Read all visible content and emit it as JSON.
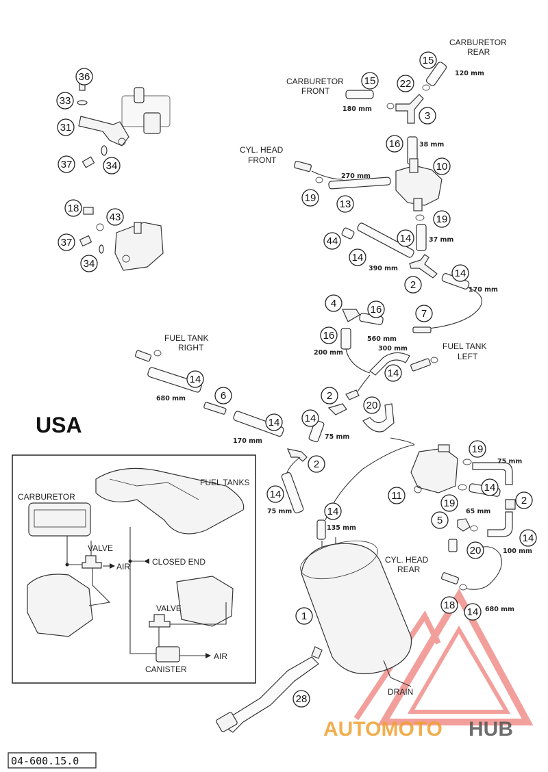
{
  "labels": {
    "carburetor_rear": [
      "CARBURETOR",
      "REAR"
    ],
    "carburetor_front": [
      "CARBURETOR",
      "FRONT"
    ],
    "cyl_head_front": [
      "CYL. HEAD",
      "FRONT"
    ],
    "fuel_tank_right": [
      "FUEL TANK",
      "RIGHT"
    ],
    "fuel_tank_left": [
      "FUEL TANK",
      "LEFT"
    ],
    "cyl_head_rear": [
      "CYL. HEAD",
      "REAR"
    ],
    "drain": "DRAIN",
    "usa": "USA",
    "drawing_code": "04-600.15.0"
  },
  "measurements": {
    "m120": "120 mm",
    "m180": "180 mm",
    "m38": "38 mm",
    "m270": "270 mm",
    "m37": "37 mm",
    "m390": "390 mm",
    "m170a": "170 mm",
    "m560": "560 mm",
    "m300": "300 mm",
    "m200": "200 mm",
    "m680a": "680 mm",
    "m170b": "170 mm",
    "m75a": "75 mm",
    "m75b": "75 mm",
    "m135": "135 mm",
    "m75c": "75 mm",
    "m65": "65 mm",
    "m100": "100 mm",
    "m680b": "680 mm"
  },
  "callouts": [
    {
      "id": "c36",
      "n": "36"
    },
    {
      "id": "c33",
      "n": "33"
    },
    {
      "id": "c31",
      "n": "31"
    },
    {
      "id": "c37a",
      "n": "37"
    },
    {
      "id": "c34a",
      "n": "34"
    },
    {
      "id": "c18a",
      "n": "18"
    },
    {
      "id": "c43",
      "n": "43"
    },
    {
      "id": "c37b",
      "n": "37"
    },
    {
      "id": "c34b",
      "n": "34"
    },
    {
      "id": "c15a",
      "n": "15"
    },
    {
      "id": "c15b",
      "n": "15"
    },
    {
      "id": "c22",
      "n": "22"
    },
    {
      "id": "c3",
      "n": "3"
    },
    {
      "id": "c16a",
      "n": "16"
    },
    {
      "id": "c10",
      "n": "10"
    },
    {
      "id": "c19a",
      "n": "19"
    },
    {
      "id": "c13",
      "n": "13"
    },
    {
      "id": "c19b",
      "n": "19"
    },
    {
      "id": "c44",
      "n": "44"
    },
    {
      "id": "c14a",
      "n": "14"
    },
    {
      "id": "c14b",
      "n": "14"
    },
    {
      "id": "c2a",
      "n": "2"
    },
    {
      "id": "c14c",
      "n": "14"
    },
    {
      "id": "c4",
      "n": "4"
    },
    {
      "id": "c16b",
      "n": "16"
    },
    {
      "id": "c7",
      "n": "7"
    },
    {
      "id": "c16c",
      "n": "16"
    },
    {
      "id": "c14d",
      "n": "14"
    },
    {
      "id": "c14e",
      "n": "14"
    },
    {
      "id": "c6",
      "n": "6"
    },
    {
      "id": "c2b",
      "n": "2"
    },
    {
      "id": "c20a",
      "n": "20"
    },
    {
      "id": "c14f",
      "n": "14"
    },
    {
      "id": "c14g",
      "n": "14"
    },
    {
      "id": "c2c",
      "n": "2"
    },
    {
      "id": "c14h",
      "n": "14"
    },
    {
      "id": "c14i",
      "n": "14"
    },
    {
      "id": "c19c",
      "n": "19"
    },
    {
      "id": "c11",
      "n": "11"
    },
    {
      "id": "c14j",
      "n": "14"
    },
    {
      "id": "c2d",
      "n": "2"
    },
    {
      "id": "c19d",
      "n": "19"
    },
    {
      "id": "c5",
      "n": "5"
    },
    {
      "id": "c14k",
      "n": "14"
    },
    {
      "id": "c20b",
      "n": "20"
    },
    {
      "id": "c1",
      "n": "1"
    },
    {
      "id": "c18b",
      "n": "18"
    },
    {
      "id": "c14l",
      "n": "14"
    },
    {
      "id": "c28",
      "n": "28"
    }
  ],
  "inset": {
    "carburetor": "CARBURETOR",
    "fuel_tanks": "FUEL TANKS",
    "valve1": "VALVE",
    "air1": "AIR",
    "closed_end": "CLOSED END",
    "valve2": "VALVE",
    "canister": "CANISTER",
    "air2": "AIR"
  },
  "watermark": {
    "part1": "AUTOMOTO",
    "part2": "HUB",
    "color_red": "#e8524a",
    "color_orange": "#f0a030",
    "color_gray": "#555555"
  }
}
